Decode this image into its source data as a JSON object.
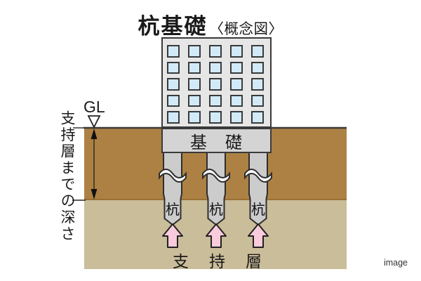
{
  "title": {
    "main": "杭基礎",
    "sub": "〈概念図〉"
  },
  "ground": {
    "gl_label": "GL",
    "depth_label": "支持層までの深さ"
  },
  "building": {
    "window_rows": 5,
    "window_cols": 5
  },
  "foundation": {
    "label": "基　礎"
  },
  "piles": {
    "count": 3,
    "label": "杭",
    "centers": [
      246,
      308,
      368
    ]
  },
  "bearing": {
    "label": "支持層"
  },
  "watermark": "image",
  "colors": {
    "surface_soil": "#ad8143",
    "bearing_soil": "#cabd99",
    "building_body": "#e6e6e6",
    "window": "#d2eaf8",
    "foundation": "#d4d4d4",
    "pile": "#cccccc",
    "force_arrow": "#f9cbdd",
    "outline": "#2e2e2e"
  }
}
